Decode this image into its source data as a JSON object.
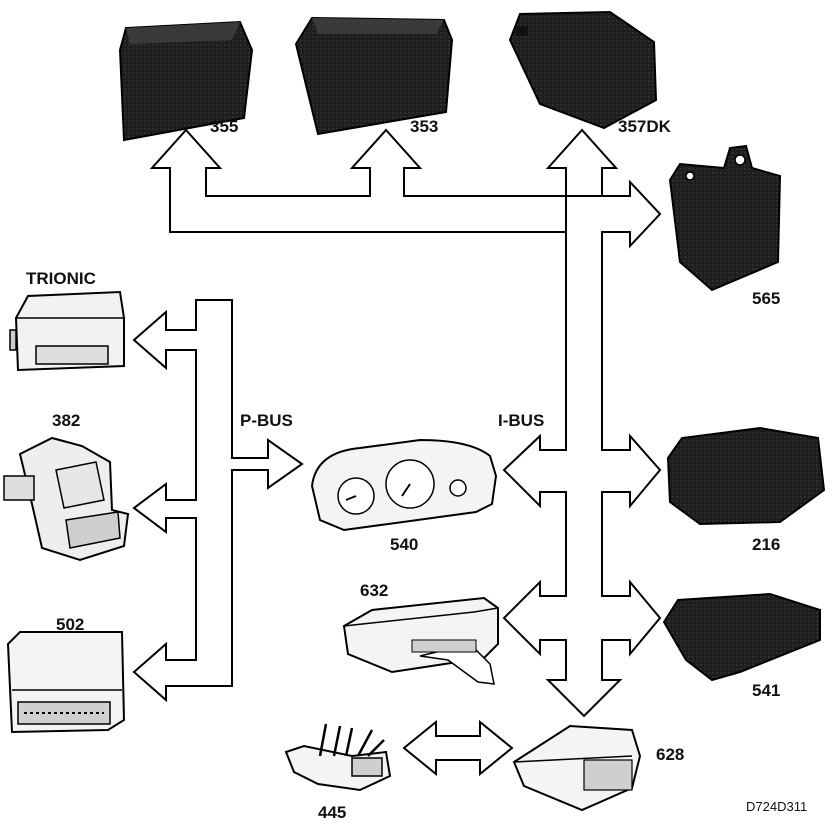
{
  "modules": {
    "m355": {
      "label": "355"
    },
    "m353": {
      "label": "353"
    },
    "m357dk": {
      "label": "357DK"
    },
    "m565": {
      "label": "565"
    },
    "trionic": {
      "label": "TRIONIC"
    },
    "m382": {
      "label": "382"
    },
    "m502": {
      "label": "502"
    },
    "m540": {
      "label": "540"
    },
    "m216": {
      "label": "216"
    },
    "m632": {
      "label": "632"
    },
    "m541": {
      "label": "541"
    },
    "m628": {
      "label": "628"
    },
    "m445": {
      "label": "445"
    }
  },
  "buses": {
    "p_bus": {
      "label": "P-BUS"
    },
    "i_bus": {
      "label": "I-BUS"
    }
  },
  "figure_ref": "D724D311",
  "colors": {
    "arrow_fill": "#ffffff",
    "stroke": "#000000",
    "module_dark": "#1e1e1e",
    "module_light": "#f0f0f0"
  }
}
